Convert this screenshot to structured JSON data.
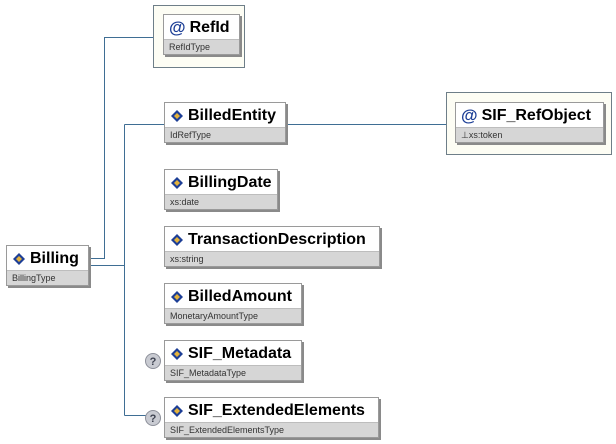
{
  "root": {
    "name": "Billing",
    "type": "BillingType"
  },
  "attribute": {
    "name": "RefId",
    "type": "RefIdType"
  },
  "children": [
    {
      "name": "BilledEntity",
      "type": "IdRefType",
      "optional": false
    },
    {
      "name": "BillingDate",
      "type": "xs:date",
      "optional": false
    },
    {
      "name": "TransactionDescription",
      "type": "xs:string",
      "optional": false
    },
    {
      "name": "BilledAmount",
      "type": "MonetaryAmountType",
      "optional": false
    },
    {
      "name": "SIF_Metadata",
      "type": "SIF_MetadataType",
      "optional": true
    },
    {
      "name": "SIF_ExtendedElements",
      "type": "SIF_ExtendedElementsType",
      "optional": true
    }
  ],
  "billed_entity_attribute": {
    "name": "SIF_RefObject",
    "type": "xs:token",
    "type_marker": "⊥"
  },
  "icons": {
    "element": "element-diamond-icon",
    "attribute": "at-sign-icon",
    "optional": "question-mark-icon"
  },
  "colors": {
    "connector": "#3f6e94",
    "attribute_border": "#6e7e88",
    "type_bar": "#d6d6d6",
    "icon_blue": "#1d3f96",
    "icon_gold": "#e3b23c"
  }
}
